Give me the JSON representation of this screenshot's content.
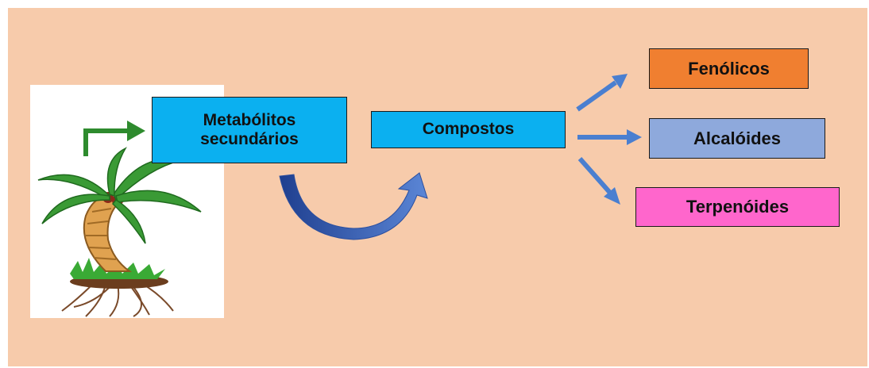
{
  "diagram": {
    "boxes": {
      "metabolitos": {
        "line1": "Metabólitos",
        "line2": "secundários",
        "color": "#0bb0f0"
      },
      "compostos": {
        "label": "Compostos",
        "color": "#0bb0f0"
      },
      "fenolicos": {
        "label": "Fenólicos",
        "color": "#f07f30"
      },
      "alcaloides": {
        "label": "Alcalóides",
        "color": "#8ea9dc"
      },
      "terpenoides": {
        "label": "Terpenóides",
        "color": "#ff66cc"
      }
    },
    "colors": {
      "background": "#f7cbab",
      "arrow": "#4a7fd0",
      "curved_arrow": "#3a63b8",
      "plant_arrow": "#2e8b2e"
    },
    "icons": [
      "palm-tree-illustration",
      "green-arrow-icon",
      "curved-arrow-icon"
    ]
  }
}
